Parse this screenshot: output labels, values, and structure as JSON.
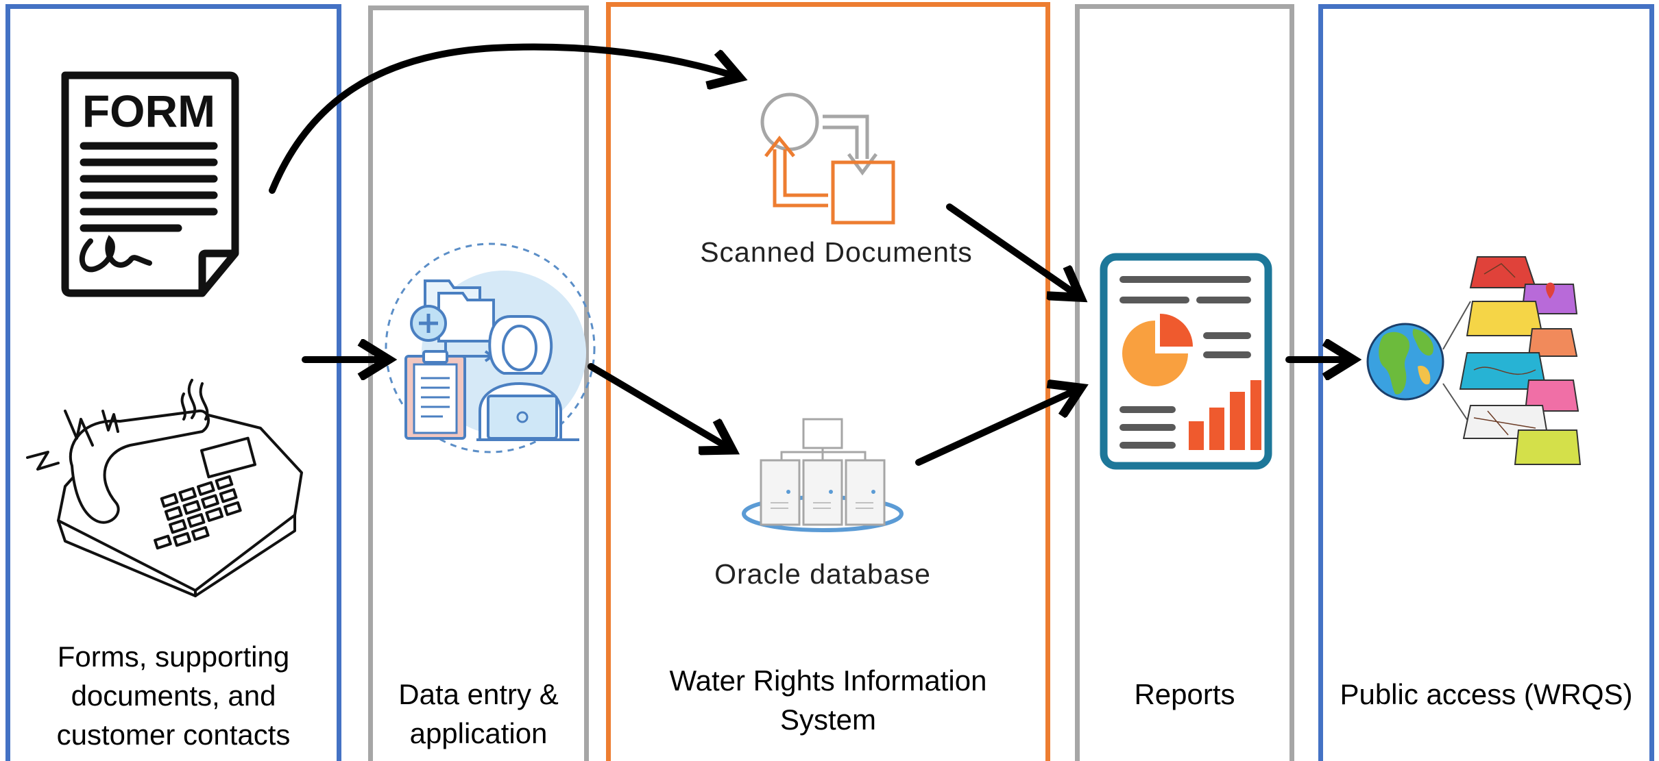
{
  "diagram": {
    "panels": [
      {
        "id": "input",
        "label_lines": [
          "Forms, supporting",
          "documents, and",
          "customer contacts"
        ],
        "border_color": "#4472c4"
      },
      {
        "id": "entry",
        "label_lines": [
          "Data entry &",
          "application"
        ],
        "border_color": "#a6a6a6"
      },
      {
        "id": "wris",
        "label_lines": [
          "Water Rights Information",
          "System"
        ],
        "border_color": "#ed7d31"
      },
      {
        "id": "reports",
        "label_lines": [
          "Reports"
        ],
        "border_color": "#a6a6a6"
      },
      {
        "id": "public",
        "label_lines": [
          "Public access (WRQS)"
        ],
        "border_color": "#4472c4"
      }
    ],
    "form_icon_text": "FORM",
    "scanned_caption": "Scanned Documents",
    "oracle_caption": "Oracle database",
    "icons": [
      "form-icon",
      "telephone-icon",
      "data-entry-person-icon",
      "scanned-documents-icon",
      "oracle-database-icon",
      "report-icon",
      "globe-maps-icon"
    ]
  }
}
